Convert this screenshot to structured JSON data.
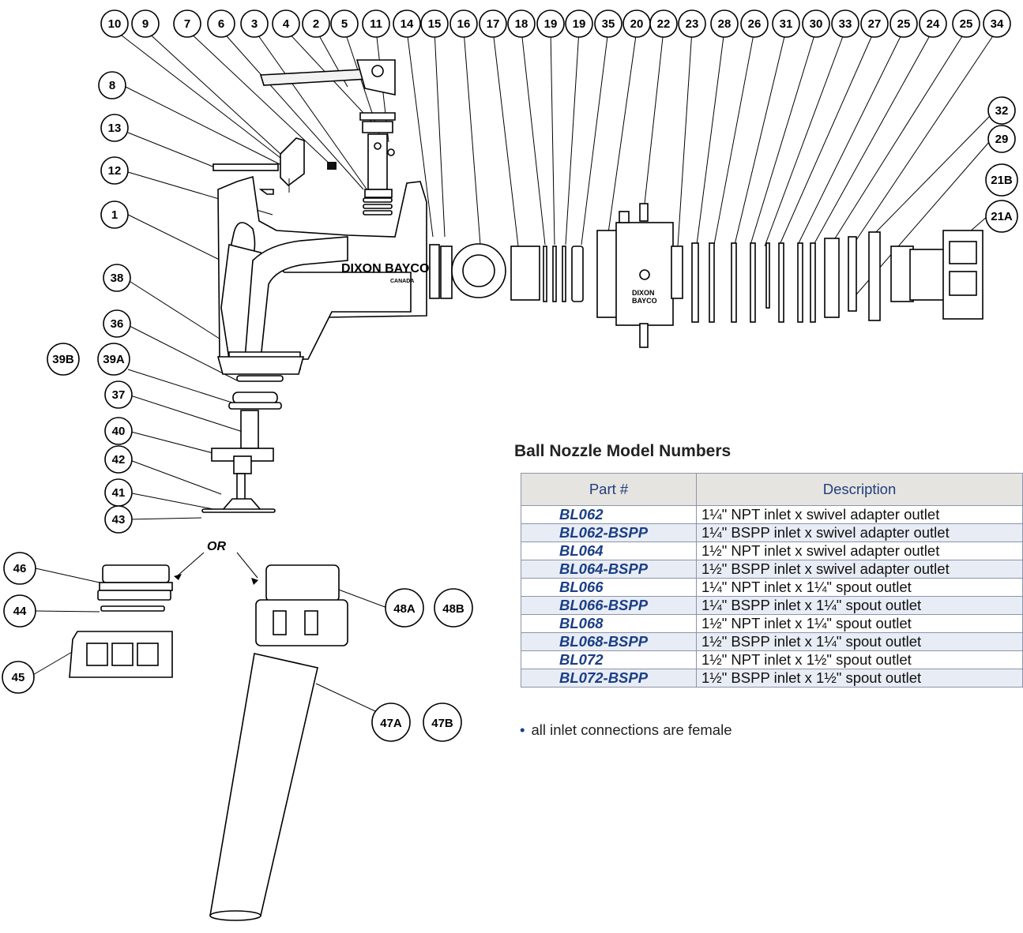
{
  "callouts": {
    "c10": "10",
    "c9": "9",
    "c7": "7",
    "c6": "6",
    "c3": "3",
    "c4": "4",
    "c2": "2",
    "c5": "5",
    "c11": "11",
    "c14": "14",
    "c15": "15",
    "c16": "16",
    "c17": "17",
    "c18": "18",
    "c19a": "19",
    "c19b": "19",
    "c35": "35",
    "c20": "20",
    "c22": "22",
    "c23": "23",
    "c28": "28",
    "c26": "26",
    "c31": "31",
    "c30": "30",
    "c33": "33",
    "c27": "27",
    "c25a": "25",
    "c24": "24",
    "c25b": "25",
    "c34": "34",
    "c32": "32",
    "c29": "29",
    "c21b": "21B",
    "c21a": "21A",
    "c8": "8",
    "c13": "13",
    "c12": "12",
    "c1": "1",
    "c38": "38",
    "c36": "36",
    "c39b": "39B",
    "c39a": "39A",
    "c37": "37",
    "c40": "40",
    "c42": "42",
    "c41": "41",
    "c43": "43",
    "c46": "46",
    "c44": "44",
    "c45": "45",
    "c48a": "48A",
    "c48b": "48B",
    "c47a": "47A",
    "c47b": "47B"
  },
  "diagram_labels": {
    "or_label": "OR",
    "body_brand": "DIXON BAYCO",
    "body_country": "CANADA",
    "adapter_brand_line1": "DIXON",
    "adapter_brand_line2": "BAYCO"
  },
  "table": {
    "title": "Ball Nozzle Model Numbers",
    "headers": [
      "Part #",
      "Description"
    ],
    "rows": [
      {
        "part": "BL062",
        "desc": "1¼\" NPT inlet x swivel adapter outlet"
      },
      {
        "part": "BL062-BSPP",
        "desc": "1¼\" BSPP inlet x swivel adapter outlet"
      },
      {
        "part": "BL064",
        "desc": "1½\" NPT inlet x swivel adapter outlet"
      },
      {
        "part": "BL064-BSPP",
        "desc": "1½\" BSPP inlet x swivel adapter outlet"
      },
      {
        "part": "BL066",
        "desc": "1¼\" NPT inlet x 1¼\" spout outlet"
      },
      {
        "part": "BL066-BSPP",
        "desc": "1¼\" BSPP inlet x 1¼\" spout outlet"
      },
      {
        "part": "BL068",
        "desc": "1½\" NPT inlet x 1¼\" spout outlet"
      },
      {
        "part": "BL068-BSPP",
        "desc": "1½\" BSPP inlet x 1¼\" spout outlet"
      },
      {
        "part": "BL072",
        "desc": "1½\" NPT inlet x 1½\" spout outlet"
      },
      {
        "part": "BL072-BSPP",
        "desc": "1½\" BSPP inlet x 1½\" spout outlet"
      }
    ]
  },
  "footnote": "all inlet connections are female"
}
